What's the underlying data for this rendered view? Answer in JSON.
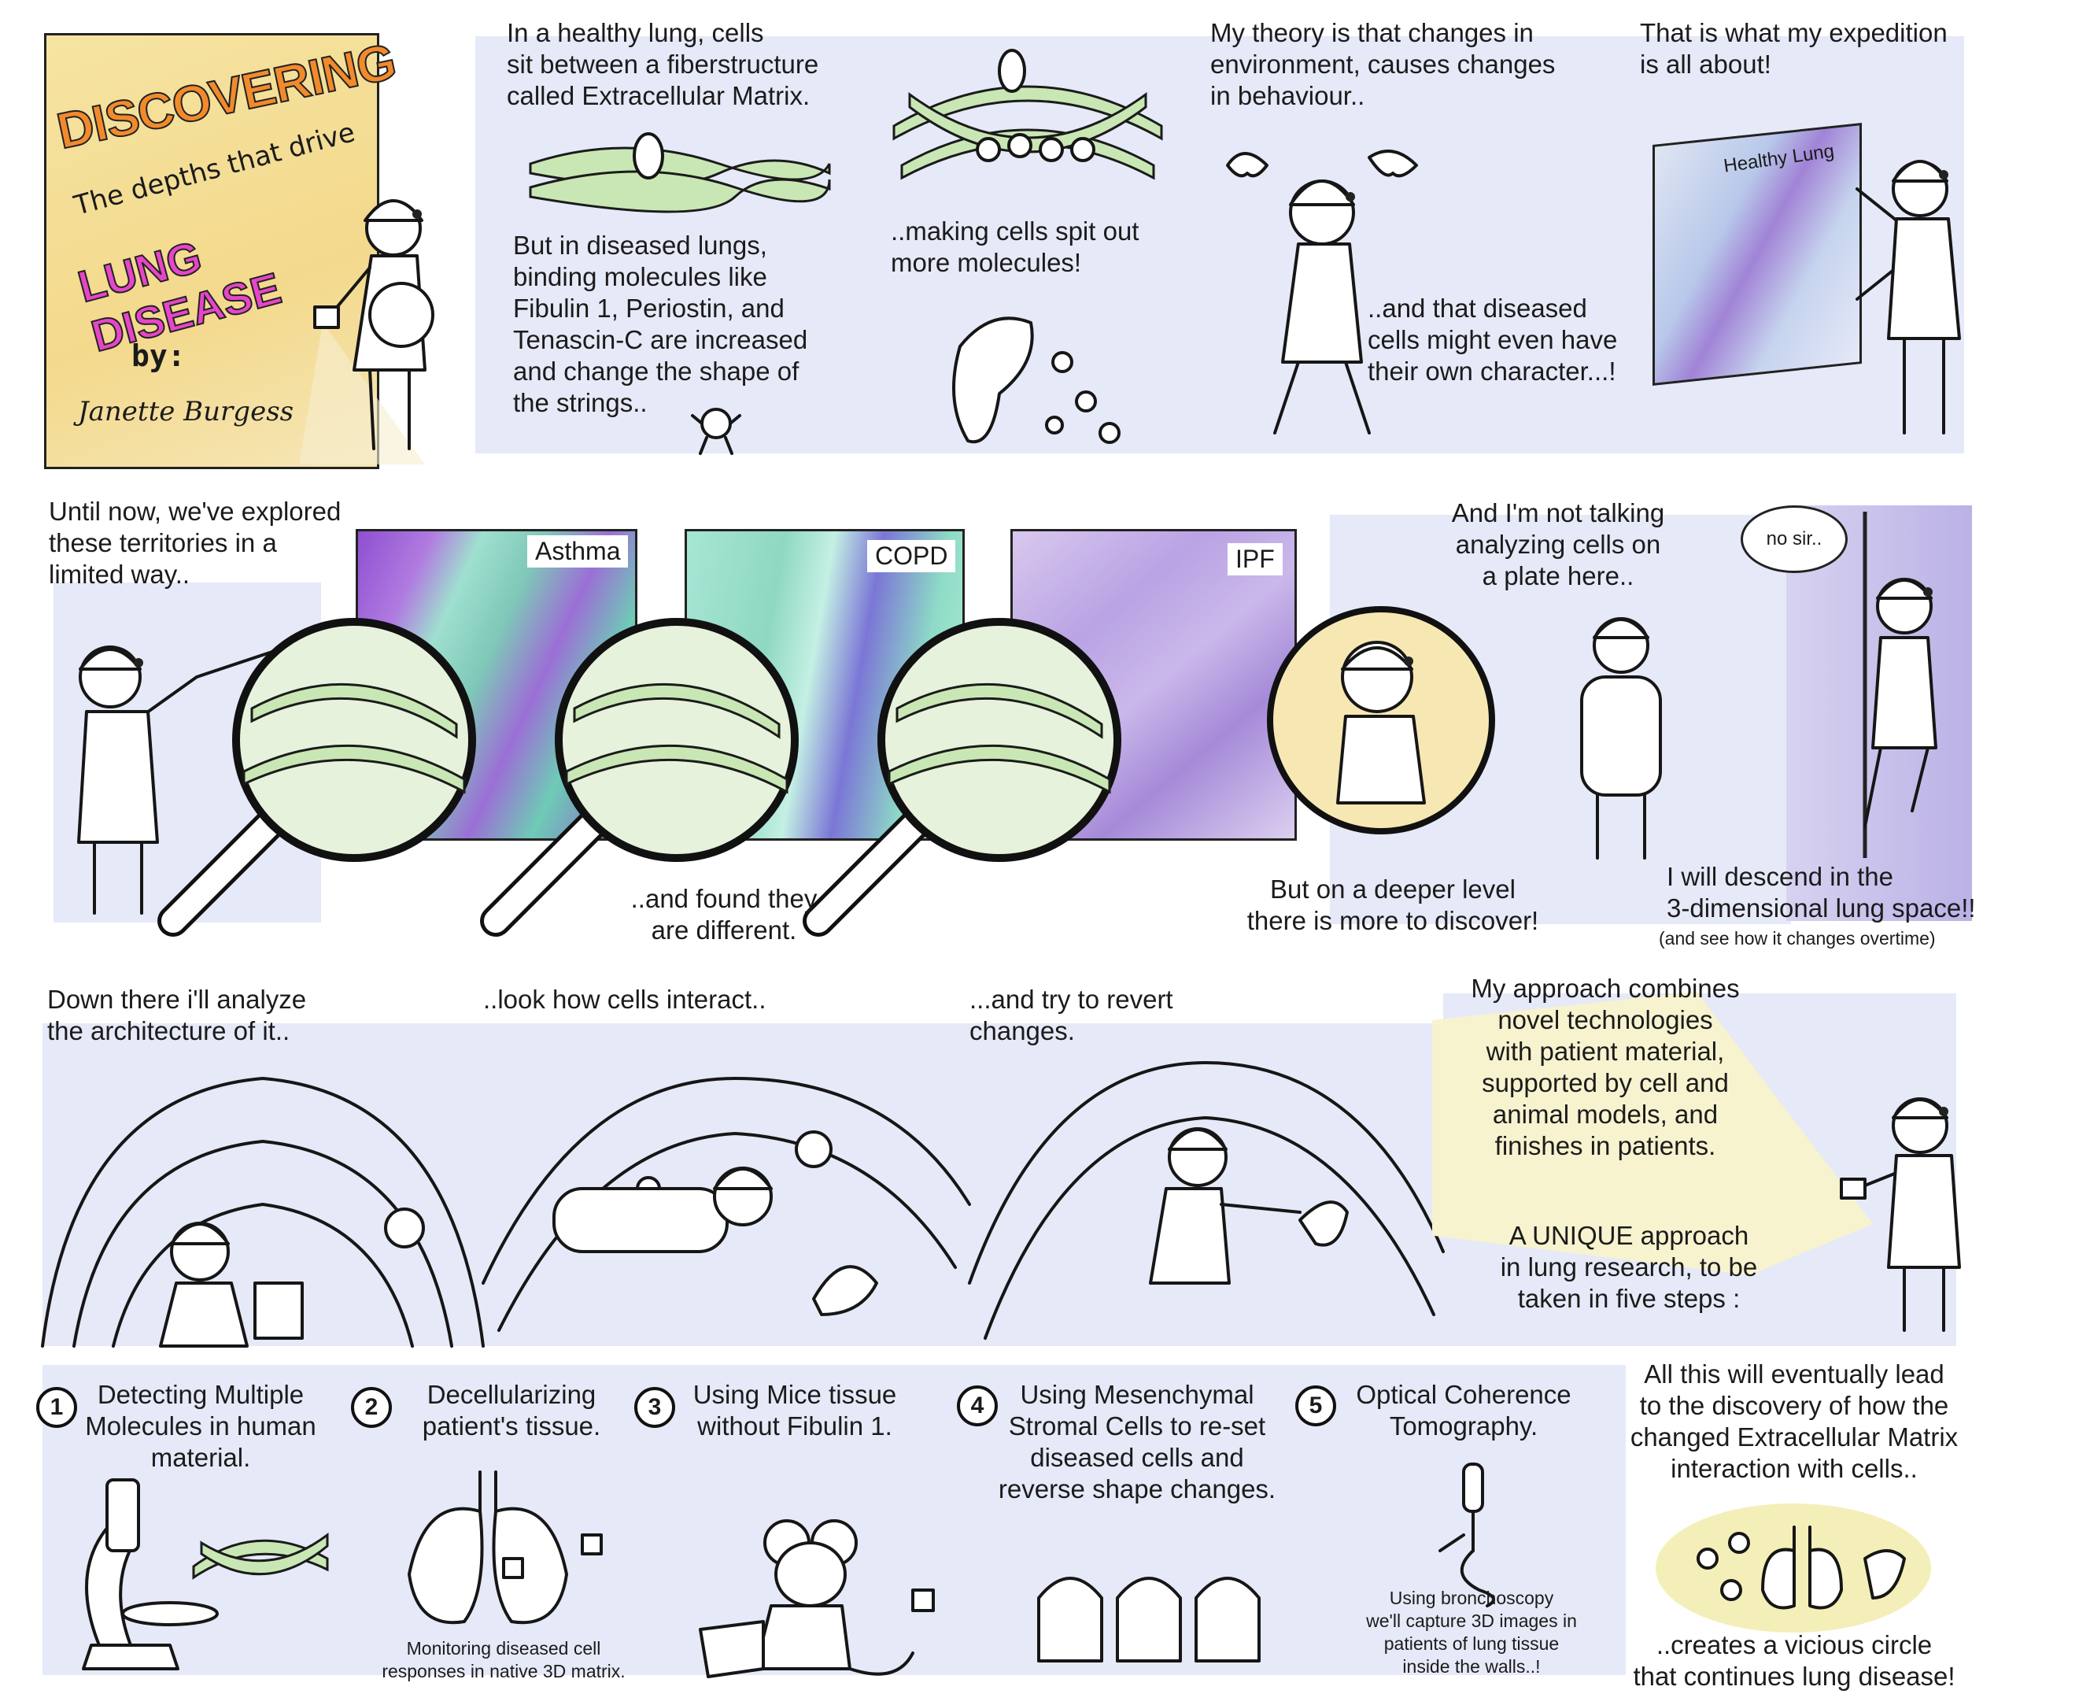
{
  "cover": {
    "title": "DISCOVERING",
    "subtitle": "The depths that drive",
    "topic": "LUNG DISEASE",
    "by": "by:",
    "author": "Janette Burgess"
  },
  "row1": {
    "healthy_text": "In a healthy lung, cells\nsit between a fiberstructure\ncalled Extracellular Matrix.",
    "diseased_text": "But in diseased lungs,\nbinding molecules like\nFibulin 1, Periostin, and\nTenascin-C are increased\nand change the shape of\nthe strings..",
    "spit_text": "..making cells spit out\nmore molecules!",
    "theory_text": "My theory is that changes in\nenvironment, causes changes\nin behaviour..",
    "character_text": "..and that diseased\ncells might even have\ntheir own character...!",
    "expedition_text": "That is what my expedition\nis all about!",
    "map_label": "Healthy Lung"
  },
  "row2": {
    "explored_text": "Until now, we've explored\nthese territories in a\nlimited way..",
    "labels": [
      "Asthma",
      "COPD",
      "IPF"
    ],
    "found_text": "..and found they\nare different.",
    "plate_text": "And I'm not talking\nanalyzing cells on\na plate here..",
    "deeper_text": "But on a deeper level\nthere is more to discover!",
    "no_sir": "no sir..",
    "descend_text": "I will descend in the\n3-dimensional lung space!!",
    "overtime_text": "(and see how it changes overtime)"
  },
  "row3": {
    "architecture_text": "Down there i'll analyze\nthe architecture of it..",
    "interact_text": "..look how cells interact..",
    "revert_text": "...and try to revert\nchanges.",
    "approach_text": "My approach combines\nnovel technologies\nwith patient material,\nsupported by cell and\nanimal models, and\nfinishes in patients.",
    "unique_text": "A UNIQUE approach\nin lung research, to be\ntaken in five steps :"
  },
  "steps": [
    {
      "num": "1",
      "title": "Detecting Multiple\nMolecules in human\nmaterial.",
      "caption": ""
    },
    {
      "num": "2",
      "title": "Decellularizing\npatient's tissue.",
      "caption": "Monitoring diseased cell\nresponses in native 3D matrix."
    },
    {
      "num": "3",
      "title": "Using Mice tissue\nwithout Fibulin 1.",
      "caption": ""
    },
    {
      "num": "4",
      "title": "Using Mesenchymal\nStromal Cells to re-set\ndiseased cells and\nreverse shape changes.",
      "caption": ""
    },
    {
      "num": "5",
      "title": "Optical Coherence\nTomography.",
      "caption": "Using bronchoscopy\nwe'll capture 3D images in\npatients of lung tissue\ninside the walls..!"
    }
  ],
  "finale": {
    "lead_text": "All this will eventually lead\nto the discovery of how the\nchanged Extracellular Matrix\ninteraction with cells..",
    "circle_text": "..creates a vicious circle\nthat continues lung disease!"
  },
  "colors": {
    "panel": "#e6e9f7",
    "cover": "#f3d98c",
    "title_orange": "#f28a2c",
    "title_magenta": "#e646c8",
    "fiber_green": "#c9e7b4",
    "purple_tissue": "#9b6fd6"
  }
}
